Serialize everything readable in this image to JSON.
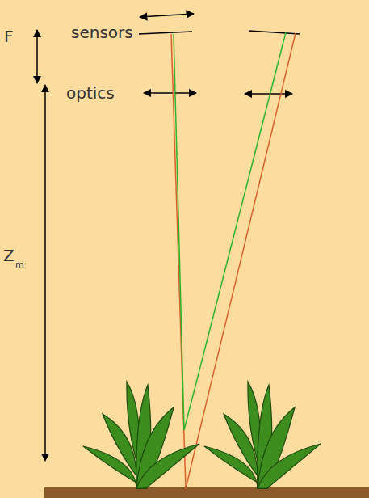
{
  "diagram": {
    "labels": [
      "sensors",
      "optics",
      "F",
      "Z",
      "m"
    ]
  }
}
